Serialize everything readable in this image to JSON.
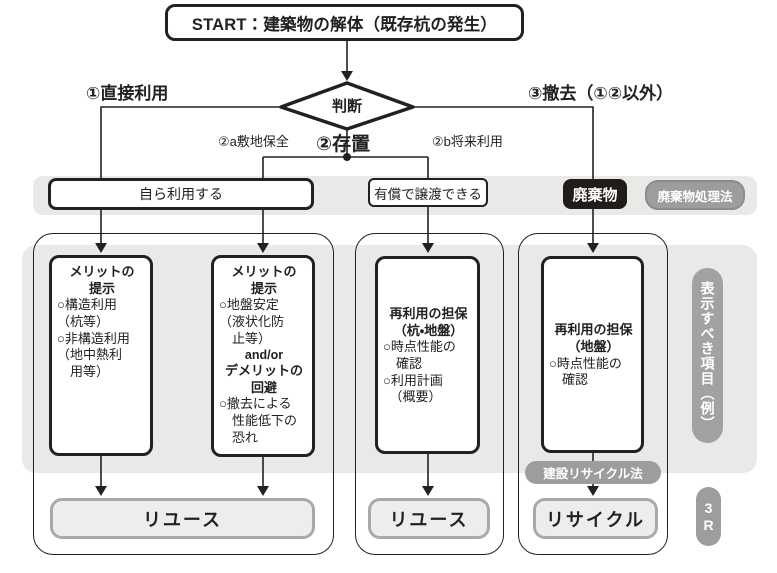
{
  "title": "START：建築物の解体（既存杭の発生）",
  "decision": {
    "label": "判断"
  },
  "branches": {
    "direct_use": "①直接利用",
    "preserve": "②存置",
    "preserve_a": "②a敷地保全",
    "preserve_b": "②b将来利用",
    "removal": "③撤去（①②以外）"
  },
  "status_row": {
    "self_use": "自ら利用する",
    "transfer": "有償で譲渡できる",
    "waste": "廃棄物",
    "waste_law": "廃棄物処理法"
  },
  "boxes": {
    "box1": {
      "heading": "メリットの\n提示",
      "body": "○構造利用\n（杭等）\n○非構造利用\n（地中熱利\n　用等）"
    },
    "box2": {
      "heading": "メリットの\n提示",
      "body1": "○地盤安定\n（液状化防\n　止等）",
      "connector": "and/or",
      "heading2": "デメリットの\n回避",
      "body2": "○撤去による\n　性能低下の\n　恐れ"
    },
    "box3": {
      "heading": "再利用の担保\n（杭・地盤）",
      "body": "○時点性能の\n　確認\n○利用計画\n　（概要）"
    },
    "box4": {
      "heading": "再利用の担保\n（地盤）",
      "body": "○時点性能の\n　確認"
    }
  },
  "pills": {
    "display_items": "表示すべき項目（例）",
    "recycle_law": "建設リサイクル法",
    "three_r": "3\nR"
  },
  "outcomes": {
    "reuse_left": "リユース",
    "reuse_mid": "リユース",
    "recycle": "リサイクル"
  },
  "colors": {
    "line_black": "#232020",
    "band_gray": "#e9e9e8",
    "pill_gray": "#9d9d9c",
    "bar_fill": "#ededec",
    "bar_border": "#a9a9a8",
    "waste_box_black": "#201c1a"
  }
}
